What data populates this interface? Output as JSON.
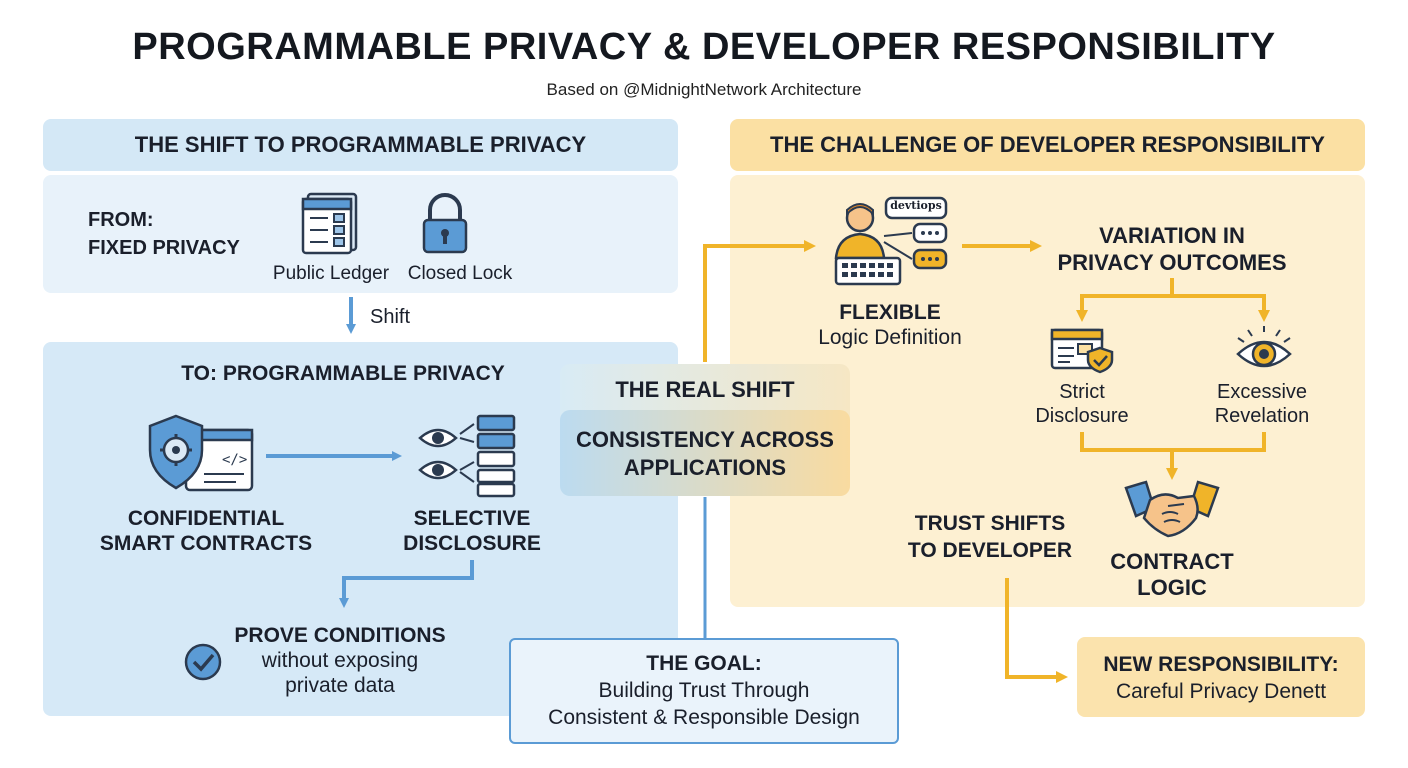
{
  "header": {
    "title": "PROGRAMMABLE PRIVACY & DEVELOPER RESPONSIBILITY",
    "subtitle": "Based on @MidnightNetwork Architecture"
  },
  "left": {
    "heading": "THE SHIFT TO PROGRAMMABLE PRIVACY",
    "from_line1": "FROM:",
    "from_line2": "FIXED PRIVACY",
    "public_ledger": "Public Ledger",
    "closed_lock": "Closed Lock",
    "shift": "Shift",
    "to_heading": "TO: PROGRAMMABLE PRIVACY",
    "csc_line1": "CONFIDENTIAL",
    "csc_line2": "SMART CONTRACTS",
    "sd_line1": "SELECTIVE",
    "sd_line2": "DISCLOSURE",
    "prove_line1": "PROVE CONDITIONS",
    "prove_line2": "without exposing",
    "prove_line3": "private data"
  },
  "center": {
    "real_shift": "THE REAL SHIFT",
    "consistency_line1": "CONSISTENCY ACROSS",
    "consistency_line2": "APPLICATIONS",
    "goal_title": "THE GOAL:",
    "goal_line1": "Building Trust Through",
    "goal_line2": "Consistent & Responsible Design"
  },
  "right": {
    "heading": "THE CHALLENGE OF DEVELOPER RESPONSIBILITY",
    "bubble": "devtiops",
    "flexible_line1": "FLEXIBLE",
    "flexible_line2": "Logic Definition",
    "variation_line1": "VARIATION IN",
    "variation_line2": "PRIVACY OUTCOMES",
    "strict_line1": "Strict",
    "strict_line2": "Disclosure",
    "excessive_line1": "Excessive",
    "excessive_line2": "Revelation",
    "trust_line1": "TRUST SHIFTS",
    "trust_line2": "TO DEVELOPER",
    "contract_line1": "CONTRACT",
    "contract_line2": "LOGIC",
    "newresp_title": "NEW RESPONSIBILITY:",
    "newresp_text": "Careful Privacy Denett"
  },
  "colors": {
    "blue_accent": "#5b9bd5",
    "yellow_accent": "#f0b429",
    "blue_panel": "#d6e9f7",
    "yellow_panel": "#fdf0d2"
  }
}
